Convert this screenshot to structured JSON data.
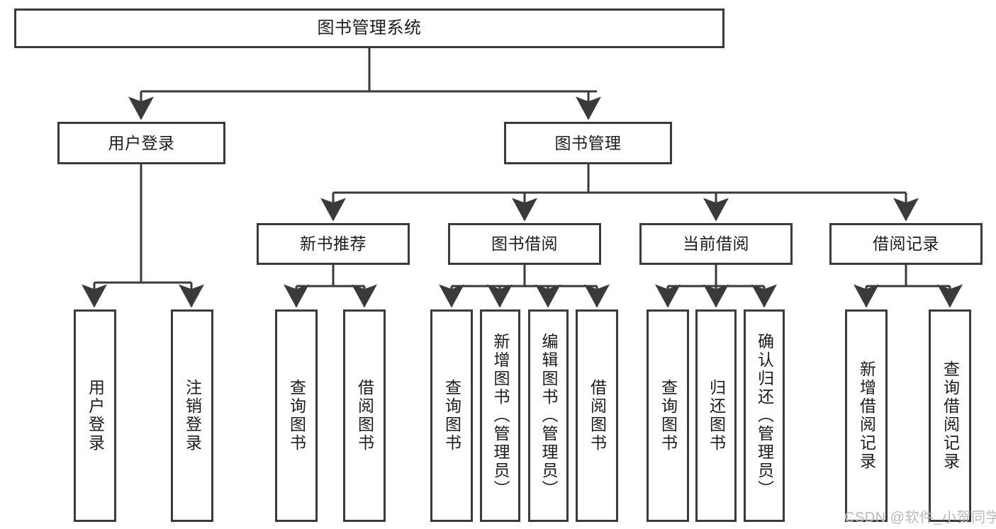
{
  "diagram": {
    "title": "图书管理系统",
    "watermark": "CSDN @软件_小贺同学",
    "colors": {
      "stroke": "#3a3a3a",
      "text": "#1c1c1c",
      "background": "#ffffff",
      "watermark": "#b9b9b9"
    },
    "nodes": {
      "root": {
        "label": "图书管理系统"
      },
      "level2": [
        {
          "label": "用户登录"
        },
        {
          "label": "图书管理"
        }
      ],
      "level3": [
        {
          "label": "新书推荐"
        },
        {
          "label": "图书借阅"
        },
        {
          "label": "当前借阅"
        },
        {
          "label": "借阅记录"
        }
      ],
      "leaves": {
        "user_login": [
          {
            "label": "用户登录"
          },
          {
            "label": "注销登录"
          }
        ],
        "new_book_recommend": [
          {
            "label": "查询图书"
          },
          {
            "label": "借阅图书"
          }
        ],
        "book_borrow": [
          {
            "label": "查询图书"
          },
          {
            "label": "新增图书（管理员）"
          },
          {
            "label": "编辑图书（管理员）"
          },
          {
            "label": "借阅图书"
          }
        ],
        "current_borrow": [
          {
            "label": "查询图书"
          },
          {
            "label": "归还图书"
          },
          {
            "label": "确认归还（管理员）"
          }
        ],
        "borrow_record": [
          {
            "label": "新增借阅记录"
          },
          {
            "label": "查询借阅记录"
          }
        ]
      }
    }
  }
}
